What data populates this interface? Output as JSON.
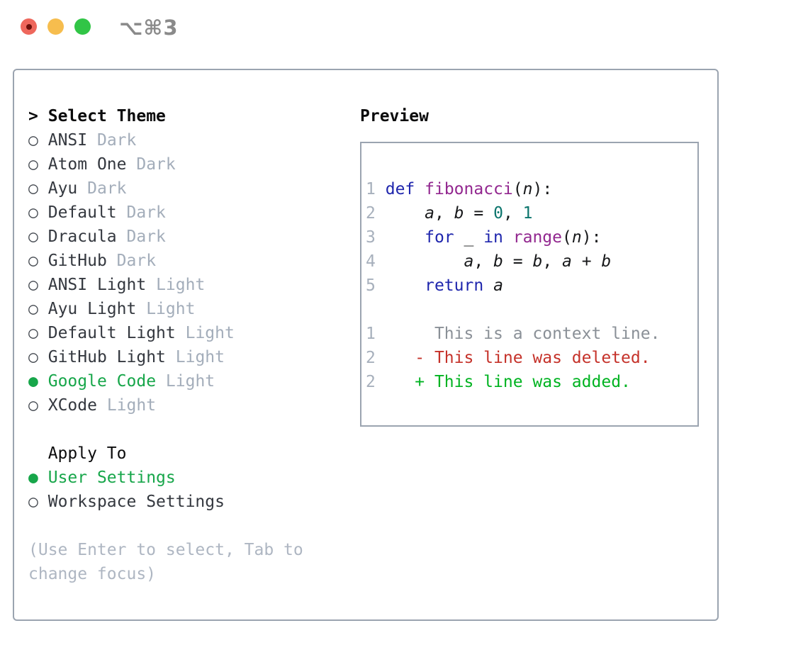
{
  "window": {
    "title": "⌥⌘3",
    "traffic_lights": [
      "close",
      "minimize",
      "zoom"
    ]
  },
  "panel": {
    "header": {
      "prefix": ">",
      "label": "Select Theme"
    },
    "selected_marker": "●",
    "unselected_marker": "○",
    "themes": [
      {
        "name": "ANSI",
        "tag": "Dark",
        "selected": false
      },
      {
        "name": "Atom One",
        "tag": "Dark",
        "selected": false
      },
      {
        "name": "Ayu",
        "tag": "Dark",
        "selected": false
      },
      {
        "name": "Default",
        "tag": "Dark",
        "selected": false
      },
      {
        "name": "Dracula",
        "tag": "Dark",
        "selected": false
      },
      {
        "name": "GitHub",
        "tag": "Dark",
        "selected": false
      },
      {
        "name": "ANSI Light",
        "tag": "Light",
        "selected": false
      },
      {
        "name": "Ayu Light",
        "tag": "Light",
        "selected": false
      },
      {
        "name": "Default Light",
        "tag": "Light",
        "selected": false
      },
      {
        "name": "GitHub Light",
        "tag": "Light",
        "selected": false
      },
      {
        "name": "Google Code",
        "tag": "Light",
        "selected": true
      },
      {
        "name": "XCode",
        "tag": "Light",
        "selected": false
      }
    ],
    "apply_to": {
      "label": "Apply To",
      "options": [
        {
          "name": "User Settings",
          "selected": true
        },
        {
          "name": "Workspace Settings",
          "selected": false
        }
      ]
    },
    "hint_lines": [
      "(Use Enter to select, Tab to",
      "change focus)"
    ]
  },
  "preview": {
    "label": "Preview",
    "lines": [
      [],
      [
        {
          "t": "1",
          "c": "lnum"
        },
        {
          "t": " ",
          "c": "plain"
        },
        {
          "t": "def",
          "c": "kwd"
        },
        {
          "t": " ",
          "c": "plain"
        },
        {
          "t": "fibonacci",
          "c": "fn"
        },
        {
          "t": "(",
          "c": "plain"
        },
        {
          "t": "n",
          "c": "var"
        },
        {
          "t": "):",
          "c": "plain"
        }
      ],
      [
        {
          "t": "2",
          "c": "lnum"
        },
        {
          "t": "     ",
          "c": "plain"
        },
        {
          "t": "a",
          "c": "var"
        },
        {
          "t": ", ",
          "c": "plain"
        },
        {
          "t": "b",
          "c": "var"
        },
        {
          "t": " = ",
          "c": "plain"
        },
        {
          "t": "0",
          "c": "num"
        },
        {
          "t": ", ",
          "c": "plain"
        },
        {
          "t": "1",
          "c": "num"
        }
      ],
      [
        {
          "t": "3",
          "c": "lnum"
        },
        {
          "t": "     ",
          "c": "plain"
        },
        {
          "t": "for",
          "c": "kwd"
        },
        {
          "t": " _ ",
          "c": "plain"
        },
        {
          "t": "in",
          "c": "kwd"
        },
        {
          "t": " ",
          "c": "plain"
        },
        {
          "t": "range",
          "c": "fn"
        },
        {
          "t": "(",
          "c": "plain"
        },
        {
          "t": "n",
          "c": "var"
        },
        {
          "t": "):",
          "c": "plain"
        }
      ],
      [
        {
          "t": "4",
          "c": "lnum"
        },
        {
          "t": "         ",
          "c": "plain"
        },
        {
          "t": "a",
          "c": "var"
        },
        {
          "t": ", ",
          "c": "plain"
        },
        {
          "t": "b",
          "c": "var"
        },
        {
          "t": " = ",
          "c": "plain"
        },
        {
          "t": "b",
          "c": "var"
        },
        {
          "t": ", ",
          "c": "plain"
        },
        {
          "t": "a",
          "c": "var"
        },
        {
          "t": " + ",
          "c": "plain"
        },
        {
          "t": "b",
          "c": "var"
        }
      ],
      [
        {
          "t": "5",
          "c": "lnum"
        },
        {
          "t": "     ",
          "c": "plain"
        },
        {
          "t": "return",
          "c": "kwd"
        },
        {
          "t": " ",
          "c": "plain"
        },
        {
          "t": "a",
          "c": "var"
        }
      ],
      [],
      [
        {
          "t": "1",
          "c": "lnum"
        },
        {
          "t": "      This is a context line.",
          "c": "ctx"
        }
      ],
      [
        {
          "t": "2",
          "c": "lnum"
        },
        {
          "t": "    ",
          "c": "plain"
        },
        {
          "t": "- This line was deleted.",
          "c": "del"
        }
      ],
      [
        {
          "t": "2",
          "c": "lnum"
        },
        {
          "t": "    ",
          "c": "plain"
        },
        {
          "t": "+ This line was added.",
          "c": "add"
        }
      ],
      []
    ]
  },
  "colors": {
    "accent_green": "#17a64a",
    "diff_added": "#00b321",
    "diff_removed": "#c5322a",
    "diff_context": "#8a9097",
    "keyword": "#1f26ad",
    "function": "#92278f",
    "number_literal": "#0c756d",
    "line_number": "#a7b0bc",
    "muted_tag": "#a3adba",
    "panel_border": "#9ba4b0",
    "traffic_red": "#ee675c",
    "traffic_yellow": "#f6bd4e",
    "traffic_green": "#31c546"
  }
}
